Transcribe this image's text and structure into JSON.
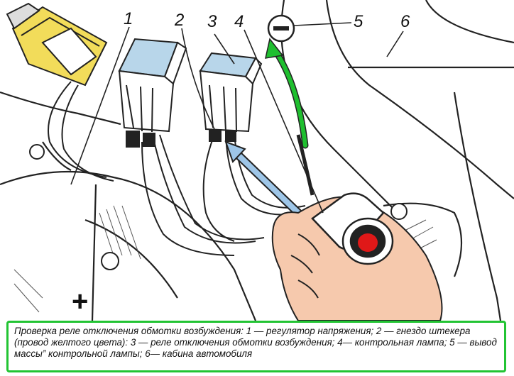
{
  "diagram": {
    "callouts": [
      "1",
      "2",
      "3",
      "4",
      "5",
      "6"
    ],
    "terminal_plus": "+",
    "terminal_minus": "−"
  },
  "caption": {
    "text": "Проверка реле отключения обмотки возбуждения: 1 — регулятор напряжения; 2 — гнездо штекера (провод желтого цвета): 3 — реле отключения обмотки возбуждения; 4— контрольная лампа; 5 — вывод массы” контрольной лампы; 6— кабина автомобиля"
  },
  "colors": {
    "relay_top": "#b8d6ea",
    "connector": "#f2dc5a",
    "arrow_green": "#1fbf2f",
    "arrow_blue": "#9ec6e8",
    "lamp_lens": "#e01818",
    "skin": "#f6c9ad",
    "caption_border": "#22c433"
  }
}
